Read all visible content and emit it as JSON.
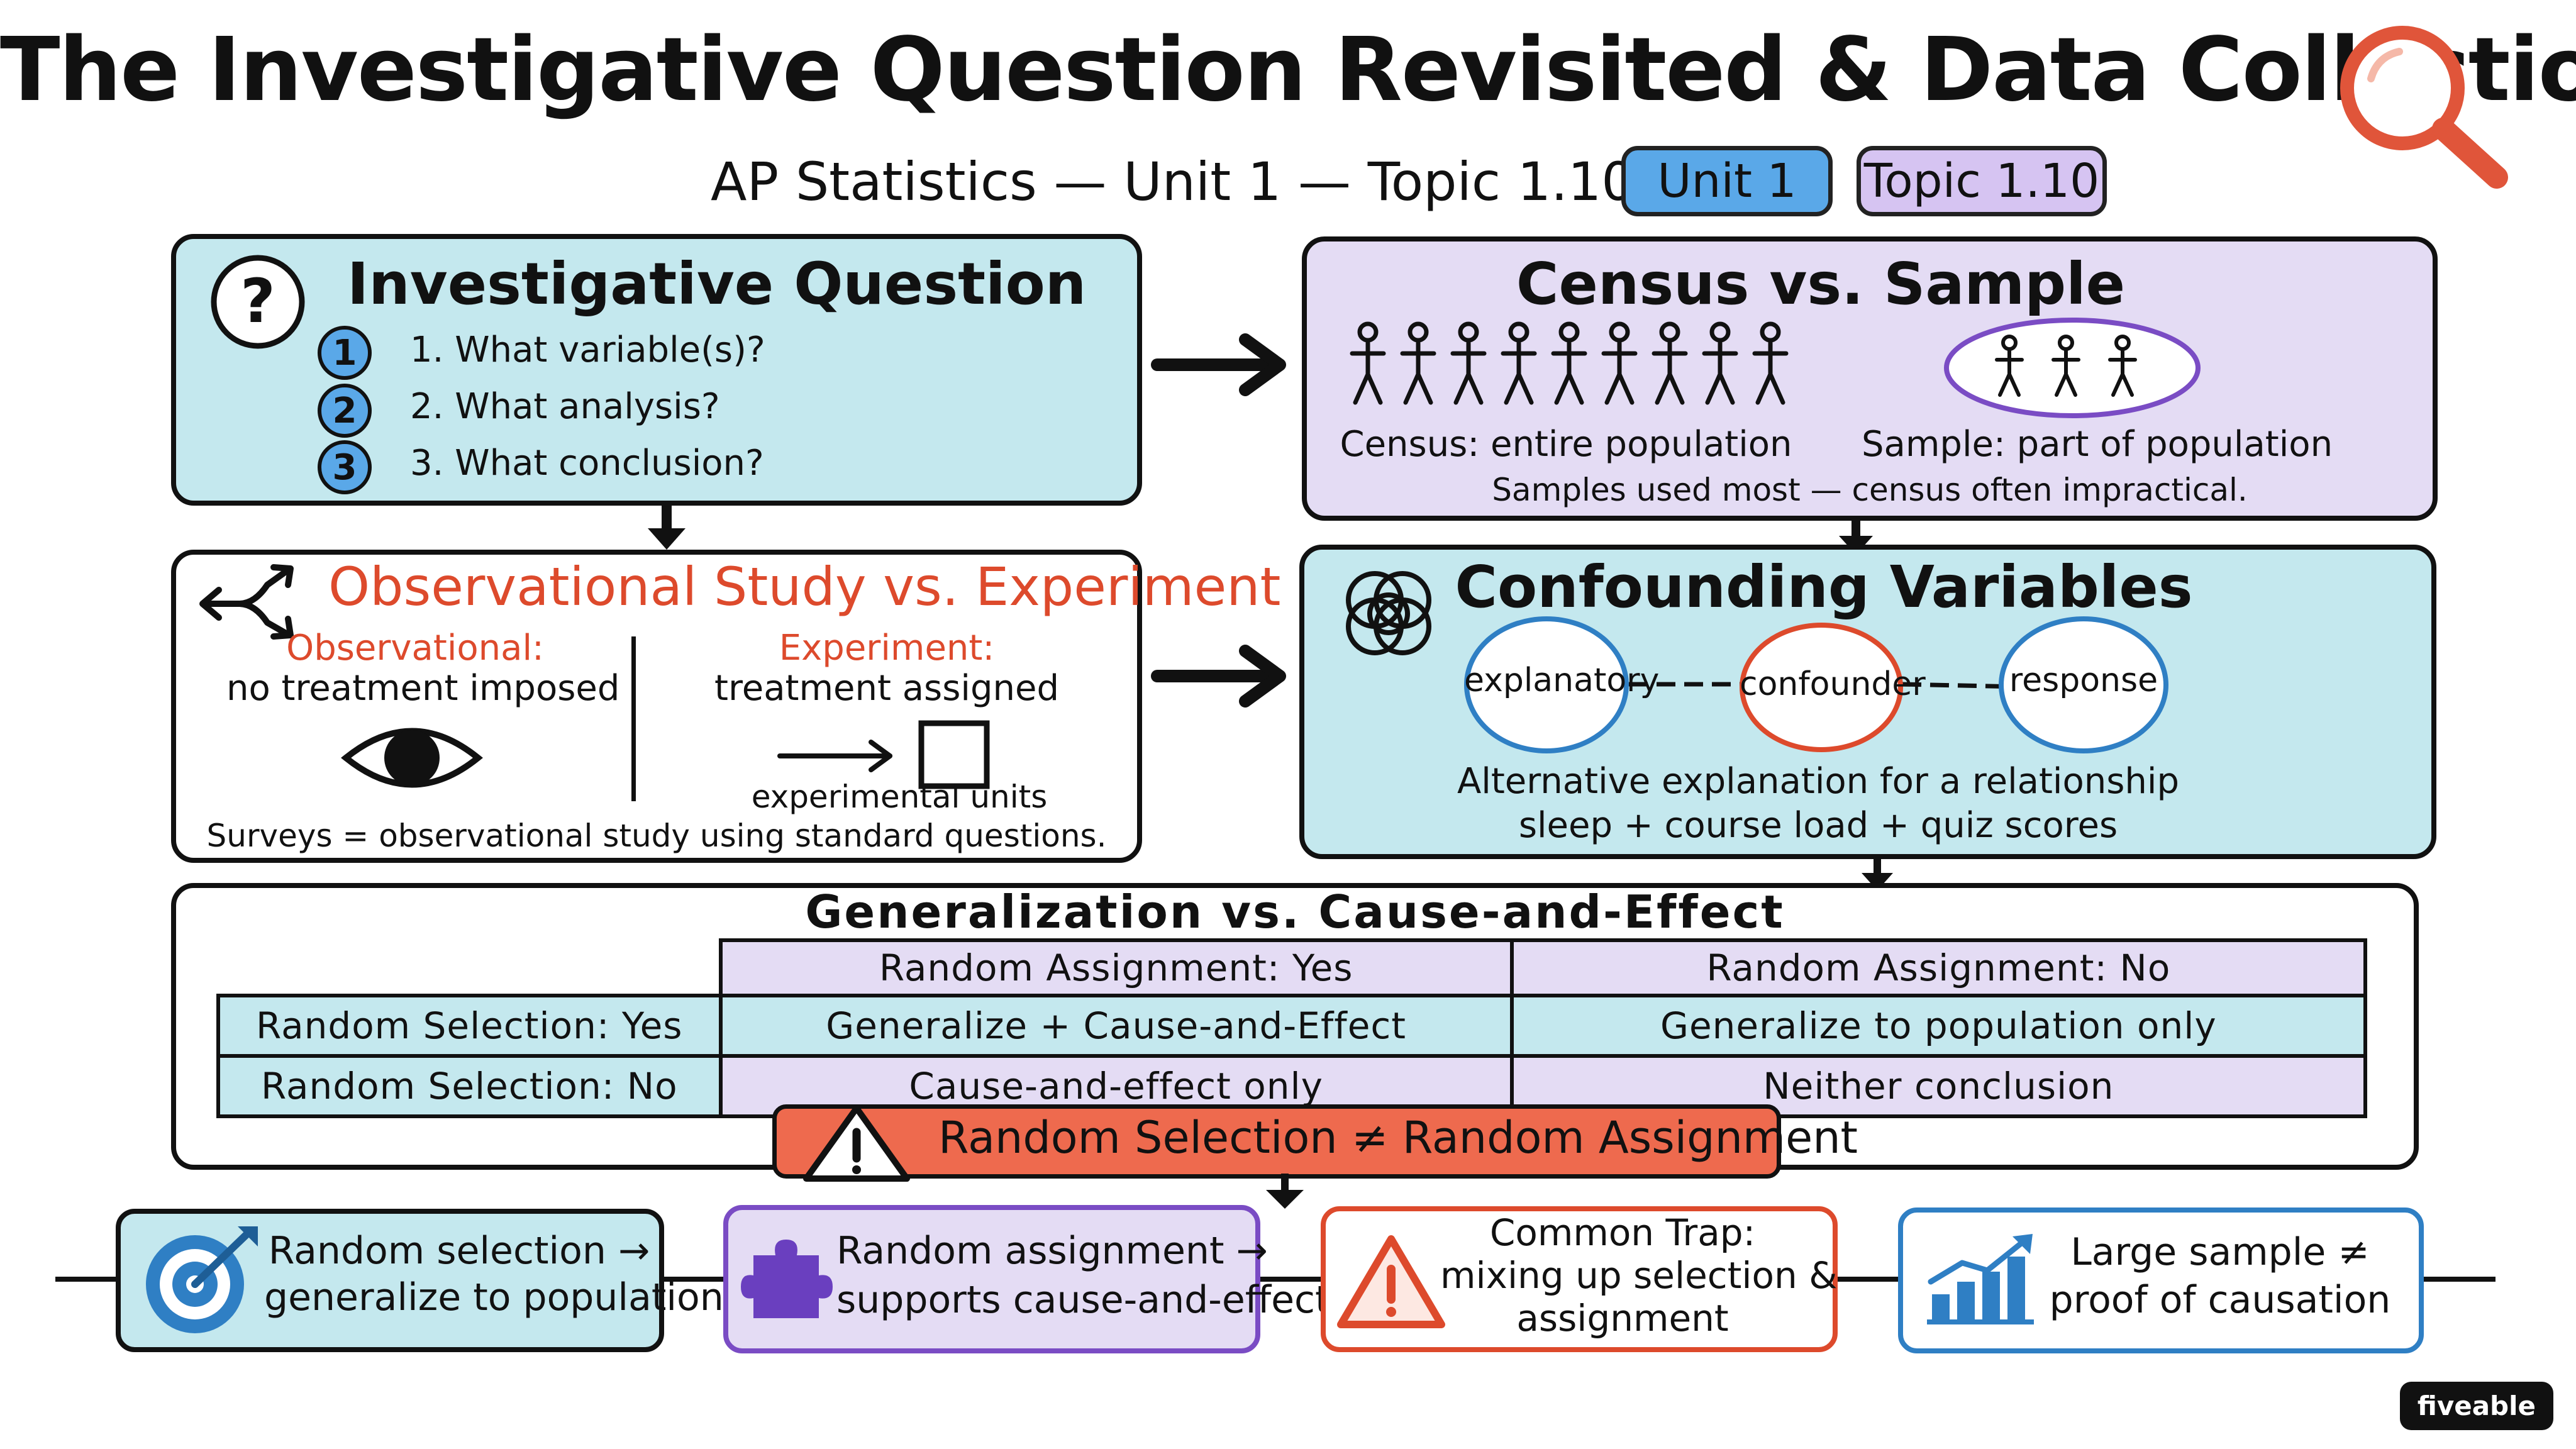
{
  "header": {
    "title": "The Investigative Question Revisited & Data Collection",
    "subtitle": "AP Statistics — Unit 1 — Topic 1.10",
    "badge_unit": "Unit 1",
    "badge_topic": "Topic 1.10"
  },
  "investigative_question": {
    "title": "Investigative Question",
    "items": [
      {
        "num": "1",
        "text": "1. What variable(s)?"
      },
      {
        "num": "2",
        "text": "2. What analysis?"
      },
      {
        "num": "3",
        "text": "3. What conclusion?"
      }
    ]
  },
  "census_sample": {
    "title": "Census vs. Sample",
    "census_label": "Census: entire population",
    "sample_label": "Sample: part of population",
    "note": "Samples used most — census often impractical."
  },
  "obs_vs_exp": {
    "title": "Observational Study vs. Experiment",
    "observational_heading": "Observational:",
    "observational_desc": "no treatment imposed",
    "experiment_heading": "Experiment:",
    "experiment_desc": "treatment assigned",
    "units_label": "experimental units",
    "note": "Surveys = observational study using standard questions."
  },
  "confounding": {
    "title": "Confounding Variables",
    "nodes": [
      "explanatory",
      "confounder",
      "response"
    ],
    "line1": "Alternative explanation for a relationship",
    "line2": "sleep + course load + quiz scores"
  },
  "generalization": {
    "title": "Generalization vs. Cause-and-Effect",
    "col_headers": [
      "Random Assignment: Yes",
      "Random Assignment: No"
    ],
    "rows": [
      {
        "label": "Random Selection: Yes",
        "cells": [
          "Generalize + Cause-and-Effect",
          "Generalize to population only"
        ]
      },
      {
        "label": "Random Selection: No",
        "cells": [
          "Cause-and-effect only",
          "Neither conclusion"
        ]
      }
    ],
    "warning": "Random Selection ≠ Random Assignment"
  },
  "bottom": [
    {
      "line1": "Random selection →",
      "line2": "generalize to population"
    },
    {
      "line1": "Random assignment →",
      "line2": "supports cause-and-effect"
    },
    {
      "line1": "Common Trap:",
      "line2": "mixing up selection &",
      "line3": "assignment"
    },
    {
      "line1": "Large sample ≠",
      "line2": "proof of causation"
    }
  ],
  "brand": "fiveable",
  "colors": {
    "blue_panel": "#c4e8ee",
    "purple_panel": "#e4dcf4",
    "accent_red": "#dd4a2c",
    "accent_blue": "#2f7fc4",
    "accent_purple": "#7a4cc4"
  }
}
